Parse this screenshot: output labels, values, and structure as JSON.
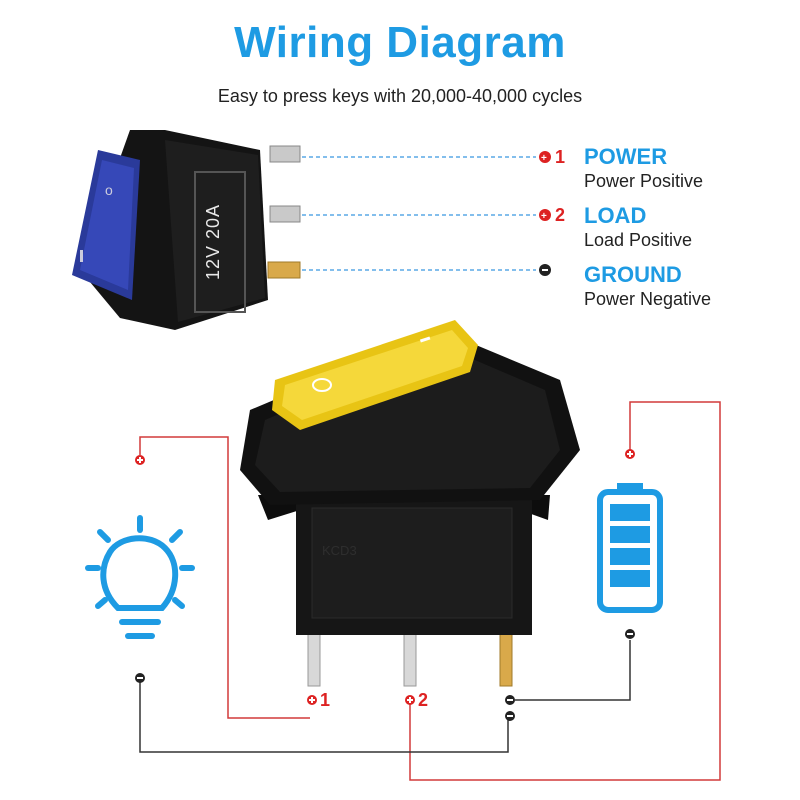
{
  "header": {
    "title": "Wiring Diagram",
    "subtitle": "Easy to press keys with 20,000-40,000 cycles"
  },
  "switch_rating": "12V 20A",
  "pins": [
    {
      "marker": "1",
      "name": "POWER",
      "description": "Power Positive"
    },
    {
      "marker": "2",
      "name": "LOAD",
      "description": "Load Positive"
    },
    {
      "marker": "",
      "name": "GROUND",
      "description": "Power Negative"
    }
  ],
  "bottom_markers": {
    "pin1": "1",
    "pin2": "2"
  },
  "colors": {
    "accent": "#1e9be3",
    "positive_wire": "#d23a3a",
    "negative_wire": "#333333",
    "lamp_lens": "#f2d21c",
    "housing": "#111111"
  },
  "icons": [
    "bulb-icon",
    "battery-icon",
    "plus-icon",
    "minus-icon",
    "rocker-switch"
  ]
}
